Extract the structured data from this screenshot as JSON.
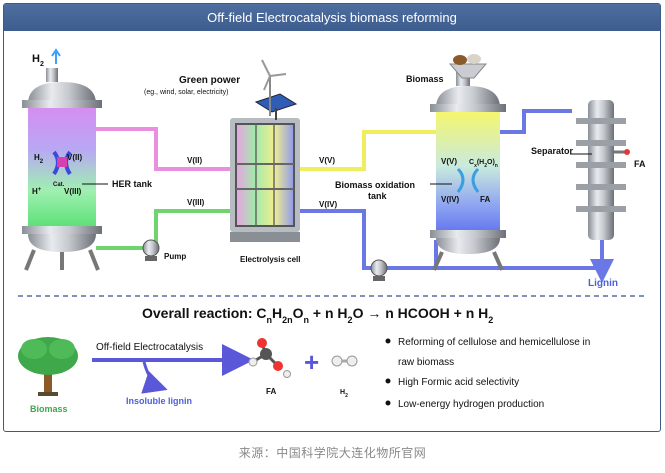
{
  "title": "Off-field Electrocatalysis biomass reforming",
  "top": {
    "h2": "H",
    "h2_sub": "2",
    "green_power": "Green power",
    "green_power_sub": "(eg., wind, solar, electricity)",
    "her_tank": "HER tank",
    "tank_h2": "H",
    "tank_h2_sub": "2",
    "tank_hplus": "H",
    "tank_hplus_sup": "+",
    "tank_cat": "Cat.",
    "tank_vii": "V(II)",
    "tank_viii": "V(III)",
    "pipe_vii": "V(II)",
    "pipe_viii": "V(III)",
    "pipe_vv": "V(V)",
    "pipe_viv": "V(IV)",
    "pump": "Pump",
    "electrolysis_cell": "Electrolysis cell",
    "biomass": "Biomass",
    "boxy_line1": "Biomass oxidation",
    "boxy_line2": "tank",
    "btank_vv": "V(V)",
    "btank_viv": "V(IV)",
    "btank_cx": "C",
    "btank_x": "x",
    "btank_h2o": "(H",
    "btank_2": "2",
    "btank_o": "O)",
    "btank_n": "n",
    "btank_fa": "FA",
    "separator": "Separator",
    "fa": "FA",
    "lignin": "Lignin"
  },
  "reaction": {
    "prefix": "Overall reaction: C",
    "n1": "n",
    "h": "H",
    "n2": "2n",
    "o": "O",
    "n3": "n",
    "middle": " + n H",
    "sub2a": "2",
    "end": "O → n HCOOH + n H",
    "sub2b": "2"
  },
  "bottom": {
    "biomass": "Biomass",
    "process": "Off-field Electrocatalysis",
    "insoluble": "Insoluble lignin",
    "fa": "FA",
    "h2": "H",
    "h2_sub": "2",
    "plus": "+",
    "bullets": [
      "Reforming of cellulose and hemicellulose in",
      "raw biomass",
      "High Formic acid selectivity",
      "Low-energy hydrogen production"
    ]
  },
  "credit": "来源：中国科学院大连化物所官网",
  "colors": {
    "banner": "#4668a0",
    "pink_pipe": "#e98fe0",
    "green_pipe": "#6ed46e",
    "yellow_pipe": "#f0ee60",
    "blue_pipe": "#6a78e6",
    "arrow_blue": "#5a58d8",
    "dash": "#5470a0"
  }
}
